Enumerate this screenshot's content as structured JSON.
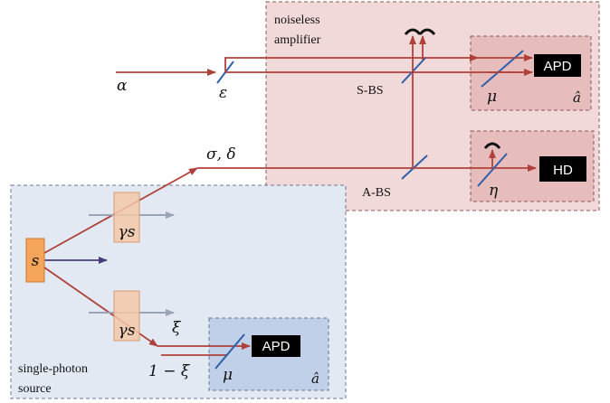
{
  "amplifier": {
    "title_line1": "noiseless",
    "title_line2": "amplifier"
  },
  "source": {
    "title_line1": "single-photon",
    "title_line2": "source"
  },
  "labels": {
    "alpha": "α",
    "epsilon": "ε",
    "sigma_delta": "σ, δ",
    "sbs": "S-BS",
    "abs": "A-BS",
    "mu_top": "μ",
    "eta": "η",
    "mu_bottom": "μ",
    "xi": "ξ",
    "one_minus_xi": "1 − ξ",
    "s": "s",
    "gamma_s_top": "γs",
    "gamma_s_bottom": "γs",
    "a_hat_top": "â",
    "a_hat_bottom": "â"
  },
  "detectors": {
    "apd_top": "APD",
    "hd": "HD",
    "apd_bottom": "APD"
  },
  "colors": {
    "amplifier_fill": "#f2d9d9",
    "amplifier_inner_fill": "#e6bcbc",
    "source_fill": "#e3e9f3",
    "source_inner_fill": "#bfd0e8",
    "beam": "#b0413a",
    "beamsplitter": "#2e5fa8",
    "crystal": "#f5a55a",
    "attenuator": "#f3c8a8"
  }
}
